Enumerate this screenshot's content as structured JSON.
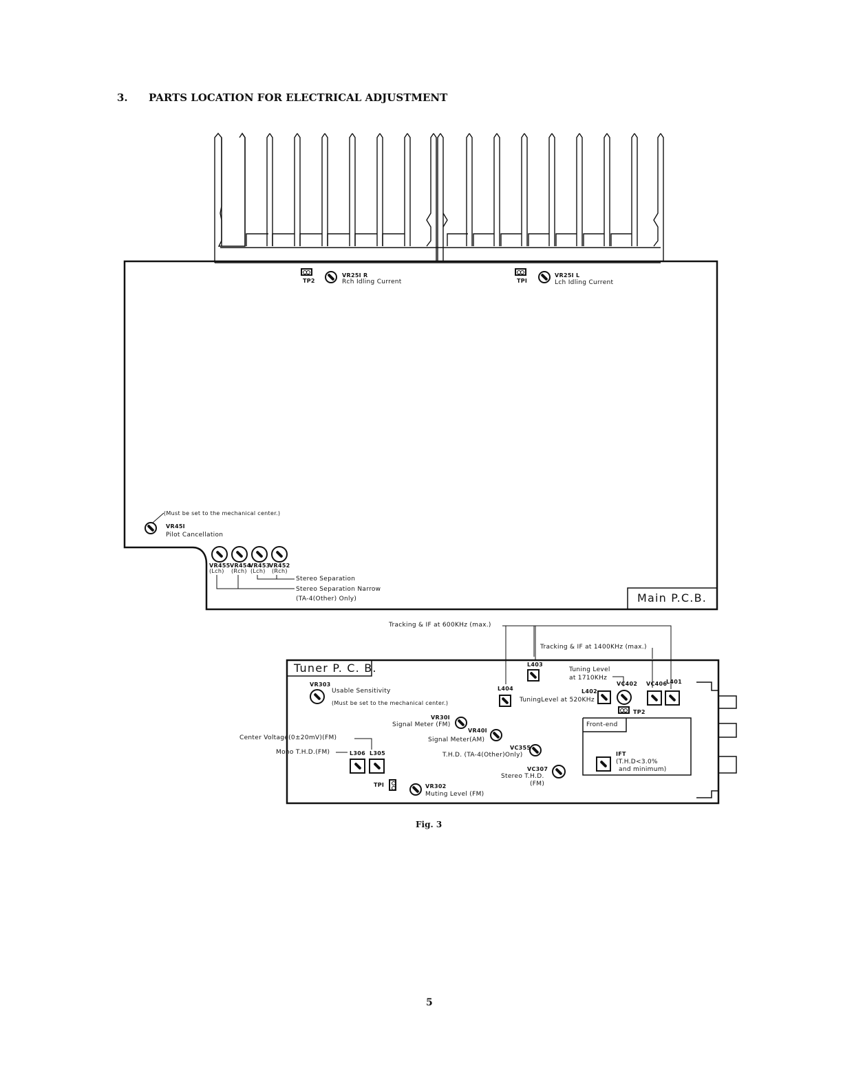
{
  "section": {
    "number": "3.",
    "title": "PARTS LOCATION FOR ELECTRICAL ADJUSTMENT"
  },
  "main_pcb": {
    "board_label": "Main P.C.B.",
    "tp2": "TP2",
    "vr251r": "VR25I R",
    "rch_idling": "Rch Idling Current",
    "tp1": "TPI",
    "vr251l": "VR25I L",
    "lch_idling": "Lch Idling Current",
    "vr451_note": "(Must be set to the mechanical center.)",
    "vr451": "VR45I",
    "pilot_cancel": "Pilot Cancellation",
    "vr455": "VR455",
    "vr455_ch": "(Lch)",
    "vr454": "VR454",
    "vr454_ch": "(Rch)",
    "vr453": "VR453",
    "vr453_ch": "(Lch)",
    "vr452": "VR452",
    "vr452_ch": "(Rch)",
    "stereo_sep": "Stereo Separation",
    "stereo_sep_narrow": "Stereo Separation Narrow",
    "ta4_other": "(TA-4(Other) Only)"
  },
  "tuner_pcb": {
    "board_label": "Tuner P. C. B.",
    "tracking_600": "Tracking & IF at 600KHz (max.)",
    "tracking_1400": "Tracking & IF at 1400KHz (max.)",
    "l403": "L403",
    "tuning_level": "Tuning Level",
    "at_1710": "at 1710KHz",
    "vc402": "VC402",
    "vc406": "VC406",
    "l401": "L401",
    "l404": "L404",
    "l402": "L402",
    "tuning_520": "TuningLevel at 520KHz",
    "tp2": "TP2",
    "front_end": "Front-end",
    "ift": "IFT",
    "ift_note1": "(T.H.D<3.0%",
    "ift_note2": "and minimum)",
    "vr303": "VR303",
    "usable_sens": "Usable Sensitivity",
    "mech_center": "(Must be set to the mechanical center.)",
    "vr301": "VR30I",
    "signal_meter_fm": "Signal Meter (FM)",
    "vr401": "VR40I",
    "signal_meter_am": "Signal Meter(AM)",
    "center_voltage": "Center Voltage(0±20mV)(FM)",
    "mono_thd": "Mono T.H.D.(FM)",
    "l306": "L306",
    "l305": "L305",
    "vc355": "VC355",
    "thd_ta4": "T.H.D. (TA-4(Other)Only)",
    "vc307": "VC307",
    "stereo_thd": "Stereo T.H.D.",
    "fm": "(FM)",
    "tp1": "TPI",
    "vr302": "VR302",
    "muting_level": "Muting Level (FM)"
  },
  "figure_caption": "Fig. 3",
  "page_number": "5"
}
